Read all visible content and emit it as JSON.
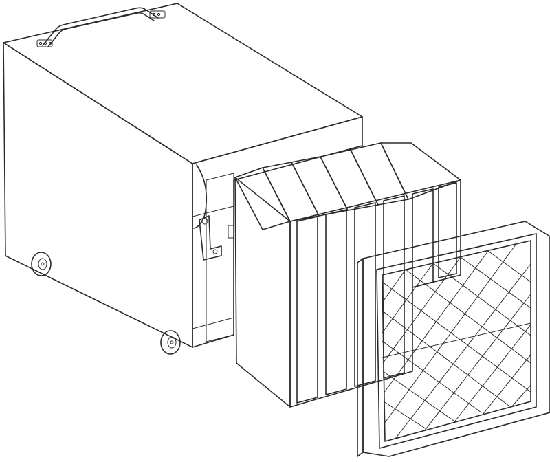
{
  "figure": {
    "background": "#ffffff",
    "line_color": "#2b2b2b",
    "cabinet_fill": "#ffffff",
    "cabinet_shade": "#f1f1f1",
    "frame_fill": "#e6e6e6",
    "media_fill": "#f4f4f4",
    "parts": [
      "air-cleaner-cabinet",
      "bag-filter",
      "panel-prefilter"
    ]
  }
}
